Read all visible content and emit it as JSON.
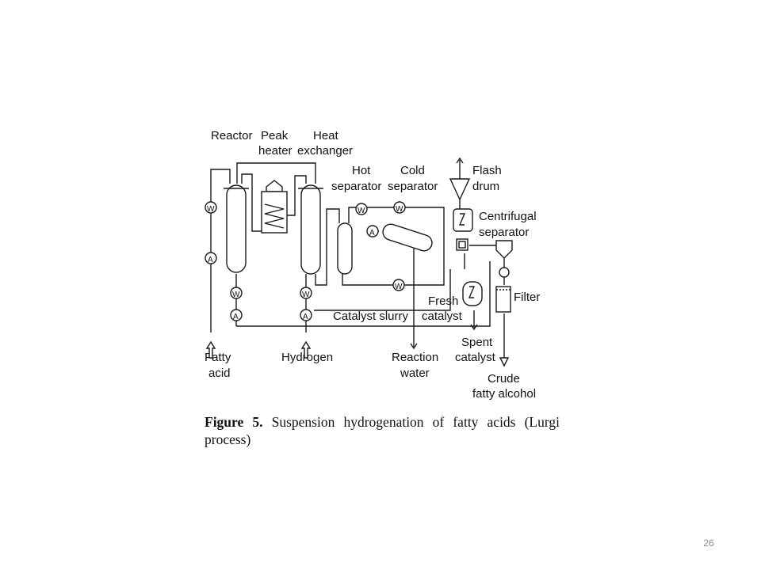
{
  "slide": {
    "page_number": "26"
  },
  "figure": {
    "caption_label": "Figure 5.",
    "caption_text": "Suspension hydrogenation of fatty acids (Lurgi process)"
  },
  "labels": {
    "reactor": "Reactor",
    "peak_1": "Peak",
    "peak_2": "heater",
    "heat_1": "Heat",
    "heat_2": "exchanger",
    "hot_1": "Hot",
    "hot_2": "separator",
    "cold_1": "Cold",
    "cold_2": "separator",
    "flash_1": "Flash",
    "flash_2": "drum",
    "centrifugal_1": "Centrifugal",
    "centrifugal_2": "separator",
    "filter": "Filter",
    "fresh_1": "Fresh",
    "fresh_2": "catalyst",
    "catalyst_slurry": "Catalyst slurry",
    "fatty_1": "Fatty",
    "fatty_2": "acid",
    "hydrogen": "Hydrogen",
    "reaction_1": "Reaction",
    "reaction_2": "water",
    "spent_1": "Spent",
    "spent_2": "catalyst",
    "crude_1": "Crude",
    "crude_2": "fatty alcohol"
  },
  "equipment_symbols": {
    "heat_exchanger": "W",
    "pump": "A"
  }
}
